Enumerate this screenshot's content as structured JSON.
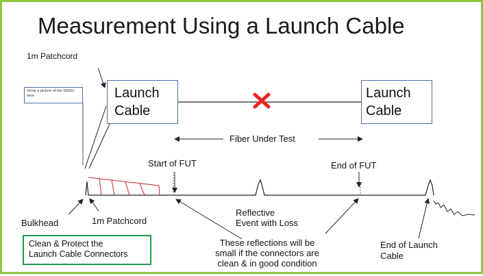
{
  "title": "Measurement Using a Launch Cable",
  "labels": {
    "patchcord_top": "1m Patchcord",
    "picture_placeholder": "Show a picture of the 930XC here",
    "launch_cable_left_line1": "Launch",
    "launch_cable_left_line2": "Cable",
    "launch_cable_right_line1": "Launch",
    "launch_cable_right_line2": "Cable",
    "fiber_under_test": "Fiber Under Test",
    "start_of_fut": "Start of FUT",
    "end_of_fut": "End of FUT",
    "bulkhead": "Bulkhead",
    "patchcord_bottom": "1m Patchcord",
    "reflective_line1": "Reflective",
    "reflective_line2": "Event with Loss",
    "reflections_line1": "These reflections will be",
    "reflections_line2": "small if the connectors are",
    "reflections_line3": "clean & in good condition",
    "end_launch_line1": "End of Launch",
    "end_launch_line2": "Cable",
    "clean_line1": "Clean & Protect the",
    "clean_line2": "Launch Cable Connectors"
  },
  "colors": {
    "border": "#8cc63f",
    "box_border": "#4a6fa5",
    "break_mark": "#ee2222",
    "dead_zone": "#cc2233",
    "clean_box_border": "#1d9a4a",
    "line": "#222222"
  },
  "icons": {
    "break": "red-x-break-icon"
  }
}
